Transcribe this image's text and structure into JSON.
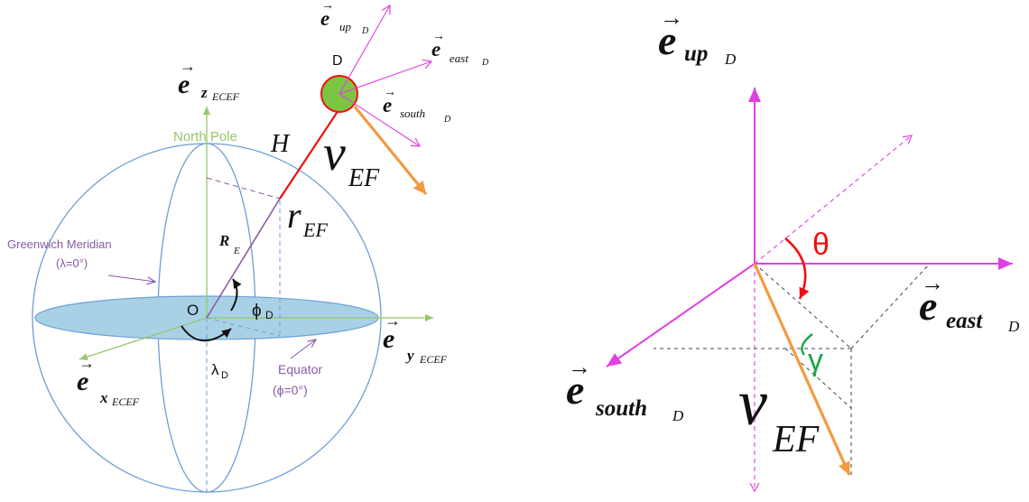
{
  "colors": {
    "sphere": "#6d9fd6",
    "equator_fill": "#a9d1e6",
    "axis_green": "#94c76a",
    "magenta": "#e040e0",
    "red": "#ee1111",
    "orange": "#f39a3f",
    "purple": "#8a5aa6",
    "green_dot": "#7cc542",
    "gamma_green": "#1aa84a"
  },
  "left": {
    "e_symbol": "e",
    "z_sub": "z",
    "z_subsub": "ECEF",
    "y_sub": "y",
    "y_subsub": "ECEF",
    "x_sub": "x",
    "x_subsub": "ECEF",
    "up_sub": "up",
    "up_subsub": "D",
    "east_sub": "east",
    "east_subsub": "D",
    "south_sub": "south",
    "south_subsub": "D",
    "north_pole": "North Pole",
    "greenwich_line1": "Greenwich Meridian",
    "greenwich_line2": "(λ=0°)",
    "equator_line1": "Equator",
    "equator_line2": "(ϕ=0°)",
    "point_D": "D",
    "origin_O": "O",
    "H": "H",
    "v": "v",
    "v_sub": "EF",
    "r": "r",
    "r_sub": "EF",
    "R": "R",
    "R_sub": "E",
    "phi": "ϕ",
    "phi_sub": "D",
    "lambda": "λ",
    "lambda_sub": "D"
  },
  "right": {
    "e_symbol": "e",
    "up_sub": "up",
    "up_subsub": "D",
    "east_sub": "east",
    "east_subsub": "D",
    "south_sub": "south",
    "south_subsub": "D",
    "theta": "θ",
    "gamma": "γ",
    "v": "v",
    "v_sub": "EF"
  }
}
